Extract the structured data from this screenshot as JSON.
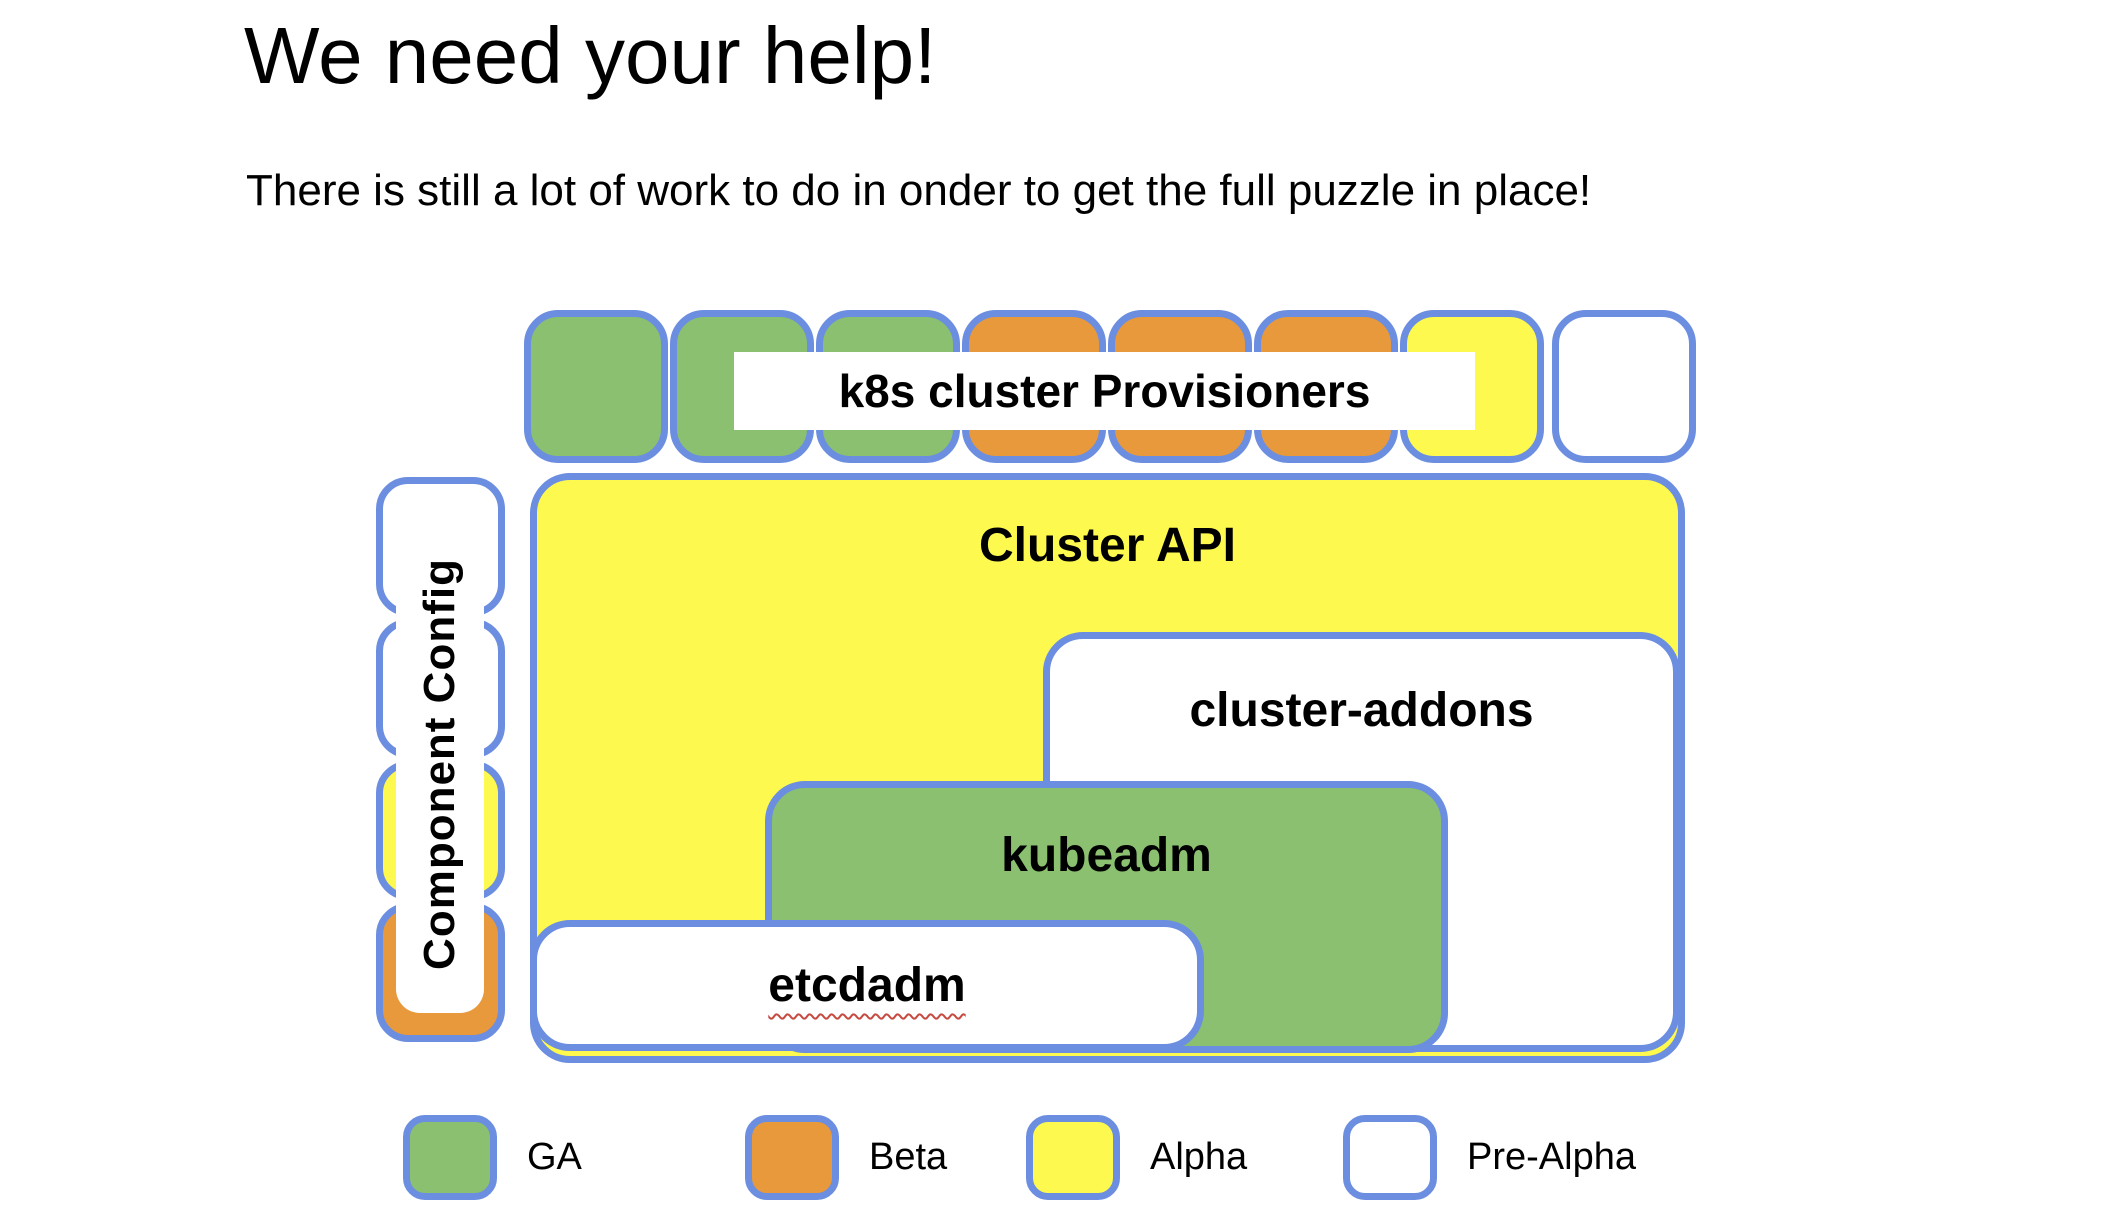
{
  "header": {
    "title": "We need your help!",
    "subtitle": "There is still a lot of work to do in onder to get the full puzzle in place!"
  },
  "colors": {
    "ga": "#8AC06F",
    "beta": "#E8993B",
    "alpha": "#FDF94E",
    "pre_alpha": "#FFFFFF",
    "border_blue": "#6C8EE0",
    "squiggle_red": "#C64A3F",
    "text": "#000000",
    "background": "#FFFFFF"
  },
  "diagram": {
    "provisioners_row": {
      "label": "k8s cluster Provisioners",
      "tiles": [
        "ga",
        "ga",
        "ga",
        "beta",
        "beta",
        "beta",
        "alpha",
        "pre_alpha"
      ]
    },
    "component_config": {
      "label": "Component Config",
      "tiles": [
        "pre_alpha",
        "pre_alpha",
        "alpha",
        "beta"
      ]
    },
    "boxes": {
      "cluster_api": {
        "label": "Cluster API",
        "status": "alpha"
      },
      "cluster_addons": {
        "label": "cluster-addons",
        "status": "pre_alpha"
      },
      "kubeadm": {
        "label": "kubeadm",
        "status": "ga"
      },
      "etcdadm": {
        "label": "etcdadm",
        "status": "pre_alpha",
        "spellcheck_underline": true
      }
    }
  },
  "legend": {
    "items": [
      {
        "label": "GA",
        "status": "ga"
      },
      {
        "label": "Beta",
        "status": "beta"
      },
      {
        "label": "Alpha",
        "status": "alpha"
      },
      {
        "label": "Pre-Alpha",
        "status": "pre_alpha"
      }
    ]
  }
}
